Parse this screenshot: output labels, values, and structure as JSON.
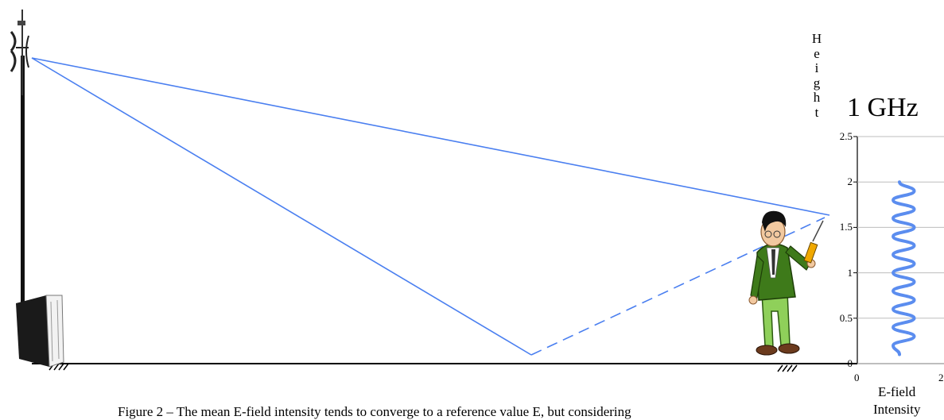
{
  "figure": {
    "caption": "Figure 2 – The mean E-field intensity tends to converge to a reference value E, but considering",
    "chart_title": "1 GHz",
    "y_label_letters": [
      "H",
      "e",
      "i",
      "g",
      "h",
      "t"
    ],
    "x_label_line1": "E-field",
    "x_label_line2": "Intensity"
  },
  "colors": {
    "ray": "#4a7ff0",
    "wave": "#5b8def",
    "axis": "#000000",
    "shirt": "#7ab648",
    "jacket": "#3e7a1a",
    "hair": "#111111",
    "shoes": "#6b3a1d"
  },
  "chart_data": {
    "type": "line",
    "title": "1 GHz",
    "xlabel": "E-field Intensity",
    "ylabel": "Height",
    "xlim": [
      0,
      2
    ],
    "ylim": [
      0,
      2.5
    ],
    "x_ticks": [
      "0",
      "2"
    ],
    "y_ticks": [
      "0",
      "0.5",
      "1",
      "1.5",
      "2",
      "2.5"
    ],
    "series": [
      {
        "points": [
          [
            1,
            0.1
          ],
          [
            0.85,
            0.2
          ],
          [
            1.35,
            0.3
          ],
          [
            0.85,
            0.4
          ],
          [
            1.35,
            0.5
          ],
          [
            0.85,
            0.6
          ],
          [
            1.35,
            0.7
          ],
          [
            0.85,
            0.8
          ],
          [
            1.35,
            0.9
          ],
          [
            0.85,
            1.0
          ],
          [
            1.35,
            1.1
          ],
          [
            0.85,
            1.2
          ],
          [
            1.35,
            1.3
          ],
          [
            0.85,
            1.4
          ],
          [
            1.35,
            1.5
          ],
          [
            0.85,
            1.6
          ],
          [
            1.35,
            1.7
          ],
          [
            0.85,
            1.8
          ],
          [
            1.35,
            1.9
          ],
          [
            1,
            2.0
          ]
        ]
      }
    ]
  }
}
